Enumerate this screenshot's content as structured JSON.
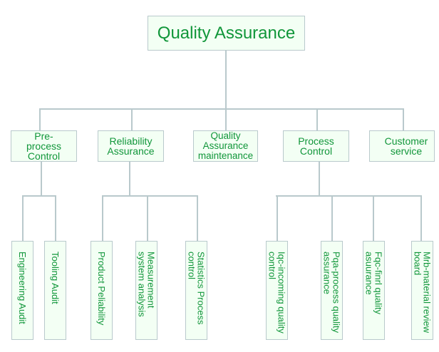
{
  "root": {
    "label": "Quality Assurance"
  },
  "level2": [
    {
      "label": "Pre-process Control"
    },
    {
      "label": "Reliability Assurance"
    },
    {
      "label": "Quality Assurance maintenance"
    },
    {
      "label": "Process Control"
    },
    {
      "label": "Customer service"
    }
  ],
  "leaves": [
    {
      "parent": "Pre-process Control",
      "label": "Engineering Audit"
    },
    {
      "parent": "Pre-process Control",
      "label": "Tooling Audit"
    },
    {
      "parent": "Reliability Assurance",
      "label": "Product Peliability"
    },
    {
      "parent": "Reliability Assurance",
      "label": "Measurement system analysis"
    },
    {
      "parent": "Reliability Assurance",
      "label": "Statistics Process control"
    },
    {
      "parent": "Process Control",
      "label": "Iqc-incoming quality control"
    },
    {
      "parent": "Process Control",
      "label": "Pqa-process quality assurance"
    },
    {
      "parent": "Process Control",
      "label": "Fqc-finrl quality asuurance"
    },
    {
      "parent": "Process Control",
      "label": "Mrb-material review board"
    }
  ],
  "colors": {
    "text": "#11963a",
    "box_fill": "#f3fff4",
    "line": "#b9c9cc"
  }
}
